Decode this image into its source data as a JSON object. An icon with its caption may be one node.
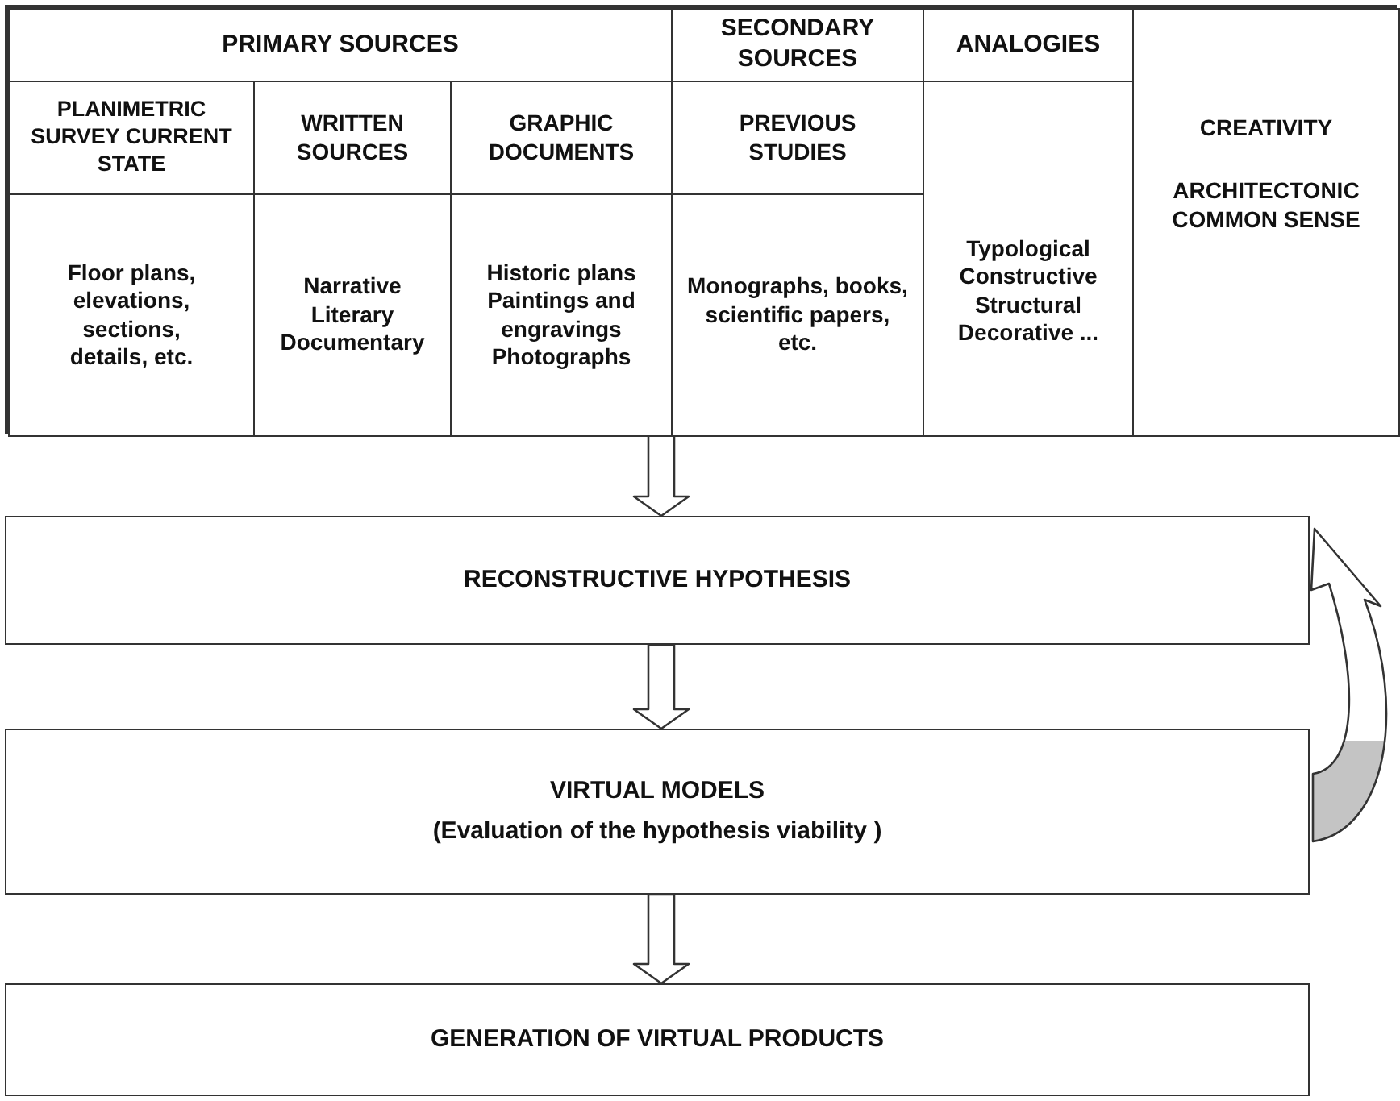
{
  "diagram": {
    "nodes": [
      {
        "text": [],
        "shape": "box"
      },
      {
        "text": [
          "PRIMARY SOURCES"
        ],
        "in": 0
      },
      {
        "text": [
          "SECONDARY SOURCES"
        ],
        "in": 0
      },
      {
        "text": [
          "ANALOGIES"
        ],
        "in": 0
      },
      {
        "text": [
          "CREATIVITY",
          "ARCHITECTONIC COMMON SENSE"
        ],
        "in": 0
      },
      {
        "text": [
          "PLANIMETRIC SURVEY CURRENT STATE"
        ],
        "in": 0
      },
      {
        "text": [
          "WRITTEN SOURCES"
        ],
        "in": 0
      },
      {
        "text": [
          "GRAPHIC DOCUMENTS"
        ],
        "in": 0
      },
      {
        "text": [
          "PREVIOUS STUDIES"
        ],
        "in": 0
      },
      {
        "text": [
          "Typological Constructive Structural Decorative ..."
        ],
        "in": 0
      },
      {
        "text": [
          "Floor plans, elevations, sections, details, etc."
        ],
        "in": 0
      },
      {
        "text": [
          "Narrative Literary Documentary"
        ],
        "in": 0
      },
      {
        "text": [
          "Historic plans Paintings and engravings Photographs"
        ],
        "in": 0
      },
      {
        "text": [
          "Monographs, books, scientific papers, etc."
        ],
        "in": 0
      },
      {
        "text": [
          "RECONSTRUCTIVE HYPOTHESIS"
        ]
      },
      {
        "text": [
          "VIRTUAL MODELS",
          "(Evaluation of the hypothesis viability )"
        ]
      },
      {
        "text": [
          "GENERATION OF VIRTUAL PRODUCTS"
        ]
      }
    ],
    "edges": [
      {
        "from": 0,
        "to": 14,
        "arrow": "to"
      },
      {
        "from": 14,
        "to": 15,
        "arrow": "to"
      },
      {
        "from": 15,
        "to": 16,
        "arrow": "to"
      },
      {
        "from": 15,
        "to": 14,
        "arrow": "to"
      }
    ]
  }
}
